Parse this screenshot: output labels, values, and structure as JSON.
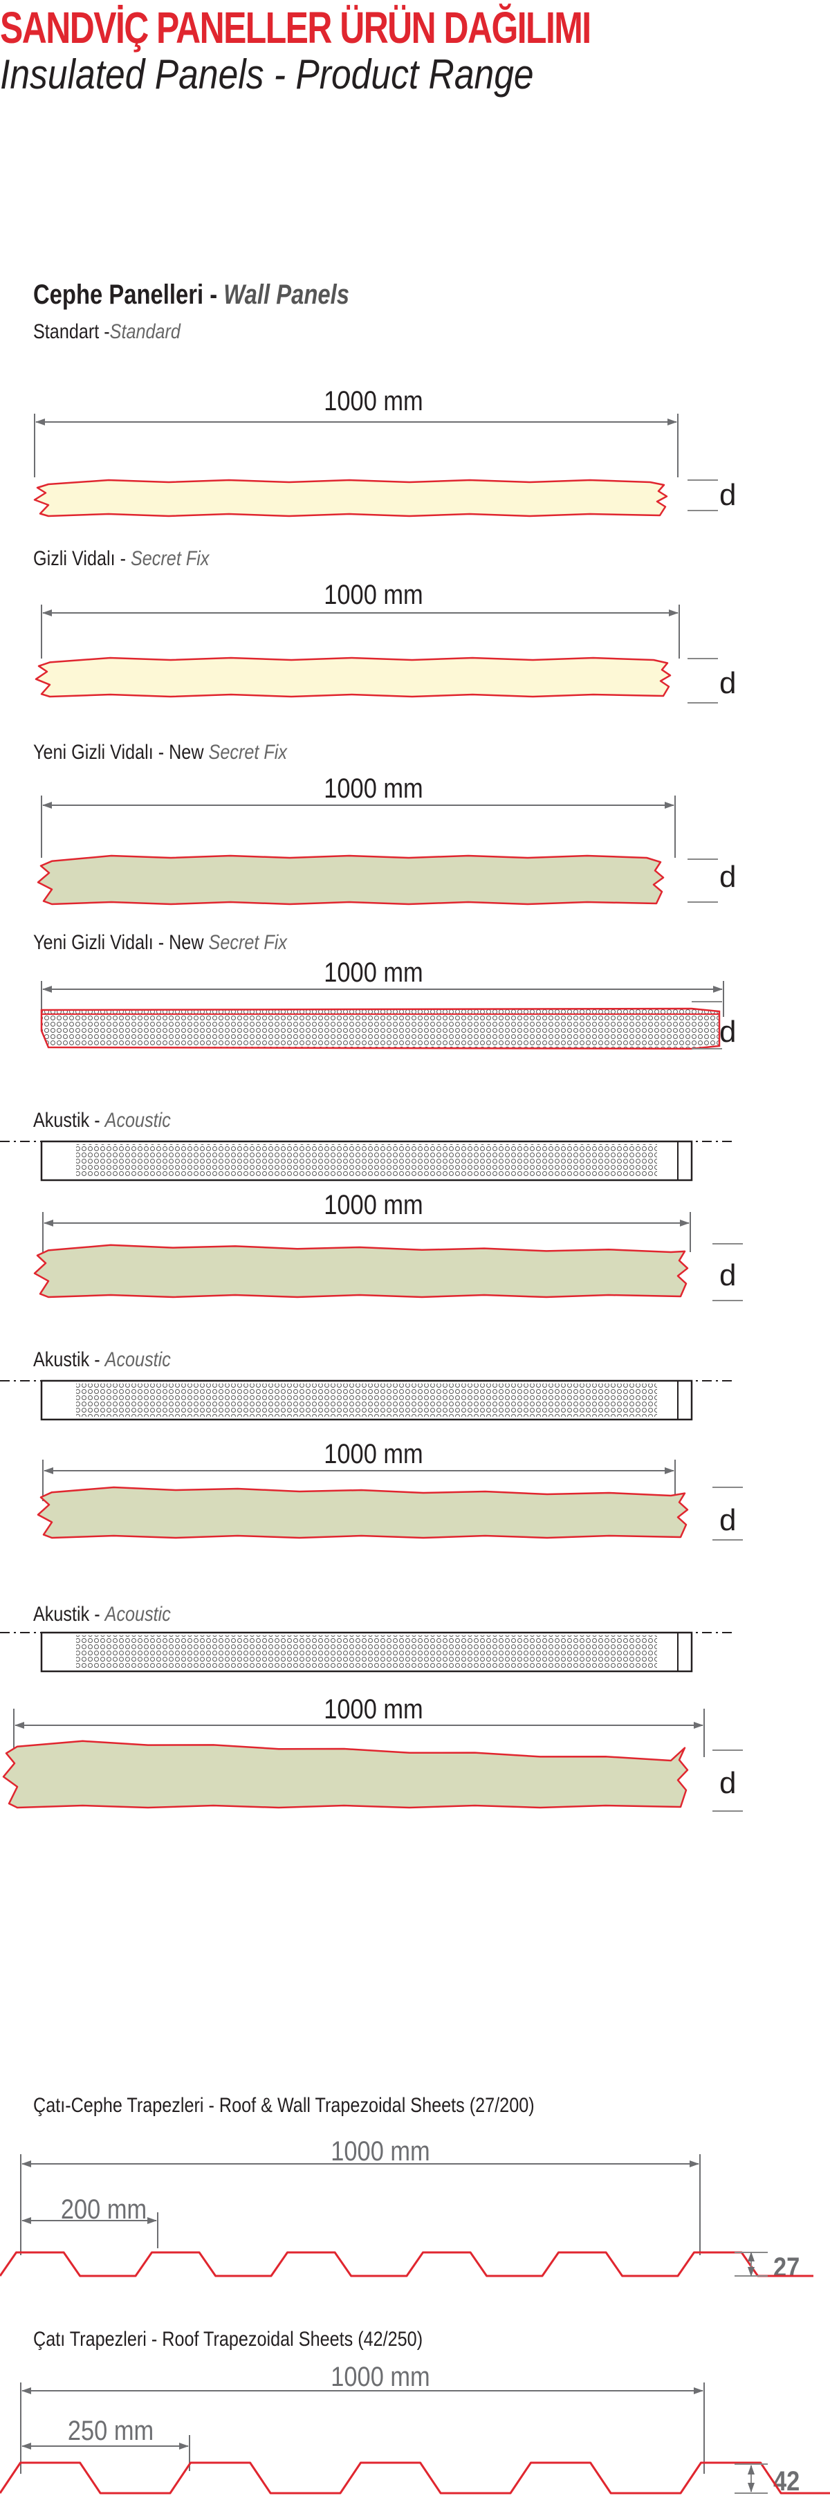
{
  "title": "SANDVİÇ PANELLER ÜRÜN DAĞILIMI",
  "subtitle": "Insulated Panels - Product Range",
  "wall_section": {
    "label_tr": "Cephe Panelleri -",
    "label_en": "Wall Panels"
  },
  "panels": [
    {
      "label_tr": "Standart -",
      "label_en": "Standard",
      "width": "1000 mm",
      "thickness": "d"
    },
    {
      "label_tr": "Gizli Vidalı -",
      "label_en": "Secret Fix",
      "width": "1000 mm",
      "thickness": "d"
    },
    {
      "label_tr": "Yeni Gizli Vidalı - New",
      "label_en": "Secret Fix",
      "width": "1000 mm",
      "thickness": "d"
    },
    {
      "label_tr": "Yeni Gizli Vidalı - New",
      "label_en": "Secret Fix",
      "width": "1000 mm",
      "thickness": "d"
    },
    {
      "label_tr": "Akustik -",
      "label_en": "Acoustic",
      "width": "1000 mm",
      "thickness": "d"
    },
    {
      "label_tr": "Akustik -",
      "label_en": "Acoustic",
      "width": "1000 mm",
      "thickness": "d"
    },
    {
      "label_tr": "Akustik -",
      "label_en": "Acoustic",
      "width": "1000 mm",
      "thickness": "d"
    }
  ],
  "trapezoids": [
    {
      "label": "Çatı-Cephe Trapezleri - Roof & Wall Trapezoidal Sheets (27/200)",
      "width": "1000 mm",
      "pitch": "200 mm",
      "height": "27"
    },
    {
      "label": "Çatı Trapezleri - Roof Trapezoidal Sheets (42/250)",
      "width": "1000 mm",
      "pitch": "250 mm",
      "height": "42"
    }
  ],
  "colors": {
    "accent_red": "#e0262f",
    "foam_cream": "#fdf8d6",
    "foam_green": "#d7dbbb",
    "line_gray": "#6d6e71",
    "text": "#231f20"
  }
}
